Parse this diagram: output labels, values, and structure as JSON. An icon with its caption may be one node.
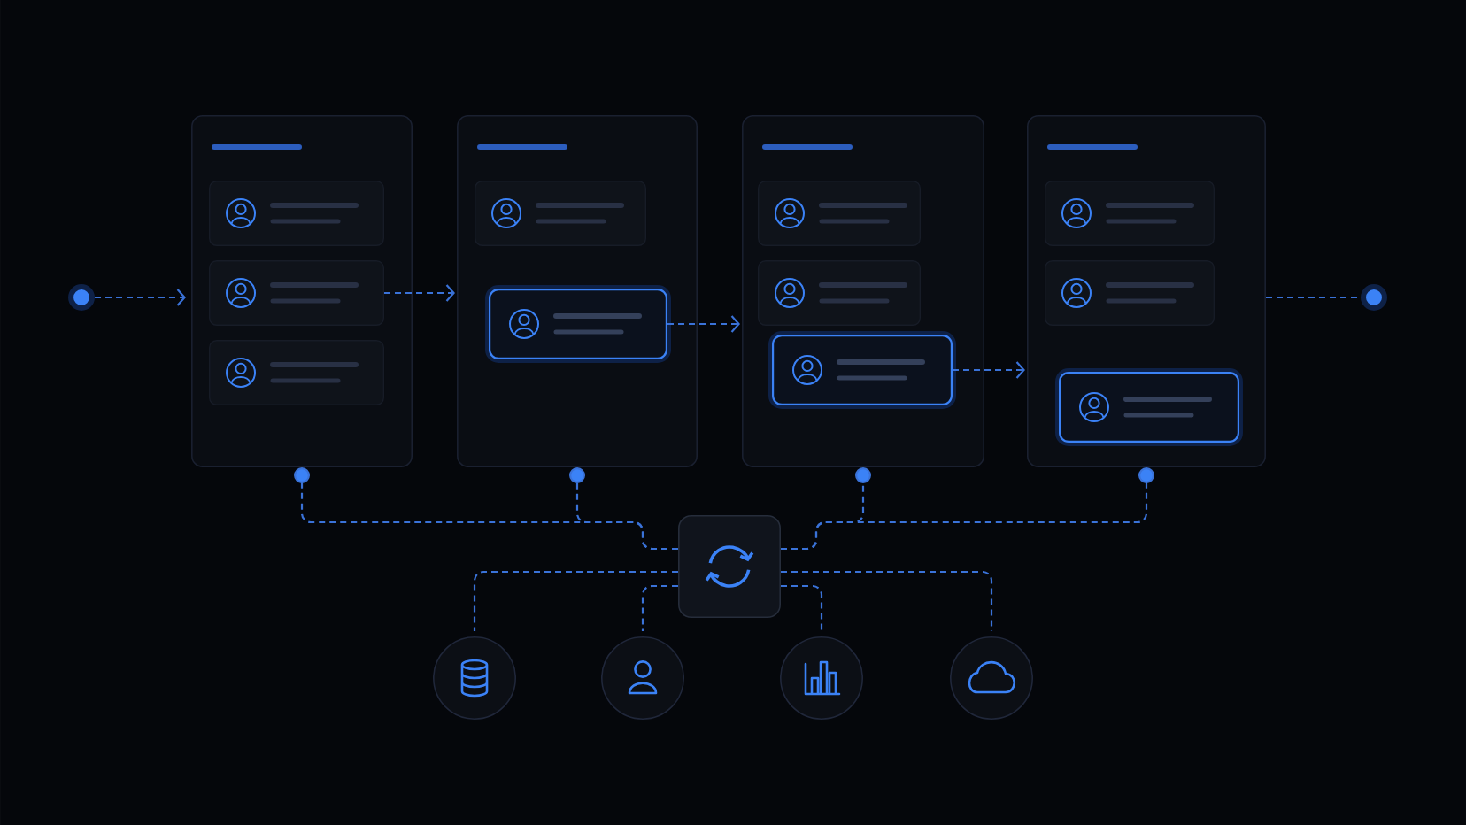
{
  "diagram": {
    "nodes": [
      {
        "text": [],
        "shape": "circle"
      },
      {
        "text": [],
        "shape": "box"
      },
      {
        "text": [],
        "shape": "box",
        "in": 1
      },
      {
        "text": [],
        "shape": "box",
        "in": 1
      },
      {
        "text": [],
        "shape": "box",
        "in": 1
      },
      {
        "text": [],
        "shape": "box"
      },
      {
        "text": [],
        "shape": "box",
        "in": 5
      },
      {
        "text": [],
        "shape": "box",
        "in": 5
      },
      {
        "text": [],
        "shape": "box"
      },
      {
        "text": [],
        "shape": "box",
        "in": 8
      },
      {
        "text": [],
        "shape": "box",
        "in": 8
      },
      {
        "text": [],
        "shape": "box",
        "in": 8
      },
      {
        "text": [],
        "shape": "box"
      },
      {
        "text": [],
        "shape": "box",
        "in": 12
      },
      {
        "text": [],
        "shape": "box",
        "in": 12
      },
      {
        "text": [],
        "shape": "box",
        "in": 12
      },
      {
        "text": [],
        "shape": "circle"
      },
      {
        "text": [],
        "shape": "box"
      },
      {
        "text": [],
        "shape": "circle"
      },
      {
        "text": [],
        "shape": "circle"
      },
      {
        "text": [],
        "shape": "circle"
      },
      {
        "text": [],
        "shape": "circle"
      }
    ],
    "edges": [
      {
        "from": 0,
        "to": 1,
        "arrow": "to",
        "style": "dashed"
      },
      {
        "from": 3,
        "to": 5,
        "arrow": "to",
        "style": "dashed"
      },
      {
        "from": 7,
        "to": 8,
        "arrow": "to",
        "style": "dashed"
      },
      {
        "from": 11,
        "to": 12,
        "arrow": "to",
        "style": "dashed"
      },
      {
        "from": 12,
        "to": 16,
        "arrow": "none",
        "style": "dashed"
      },
      {
        "from": 17,
        "to": 1,
        "arrow": "other",
        "style": "dashed"
      },
      {
        "from": 17,
        "to": 5,
        "arrow": "other",
        "style": "dashed"
      },
      {
        "from": 17,
        "to": 8,
        "arrow": "other",
        "style": "dashed"
      },
      {
        "from": 17,
        "to": 12,
        "arrow": "other",
        "style": "dashed"
      },
      {
        "from": 17,
        "to": 18,
        "arrow": "none",
        "style": "dashed"
      },
      {
        "from": 17,
        "to": 19,
        "arrow": "none",
        "style": "dashed"
      },
      {
        "from": 17,
        "to": 20,
        "arrow": "none",
        "style": "dashed"
      },
      {
        "from": 17,
        "to": 21,
        "arrow": "none",
        "style": "dashed"
      }
    ]
  }
}
